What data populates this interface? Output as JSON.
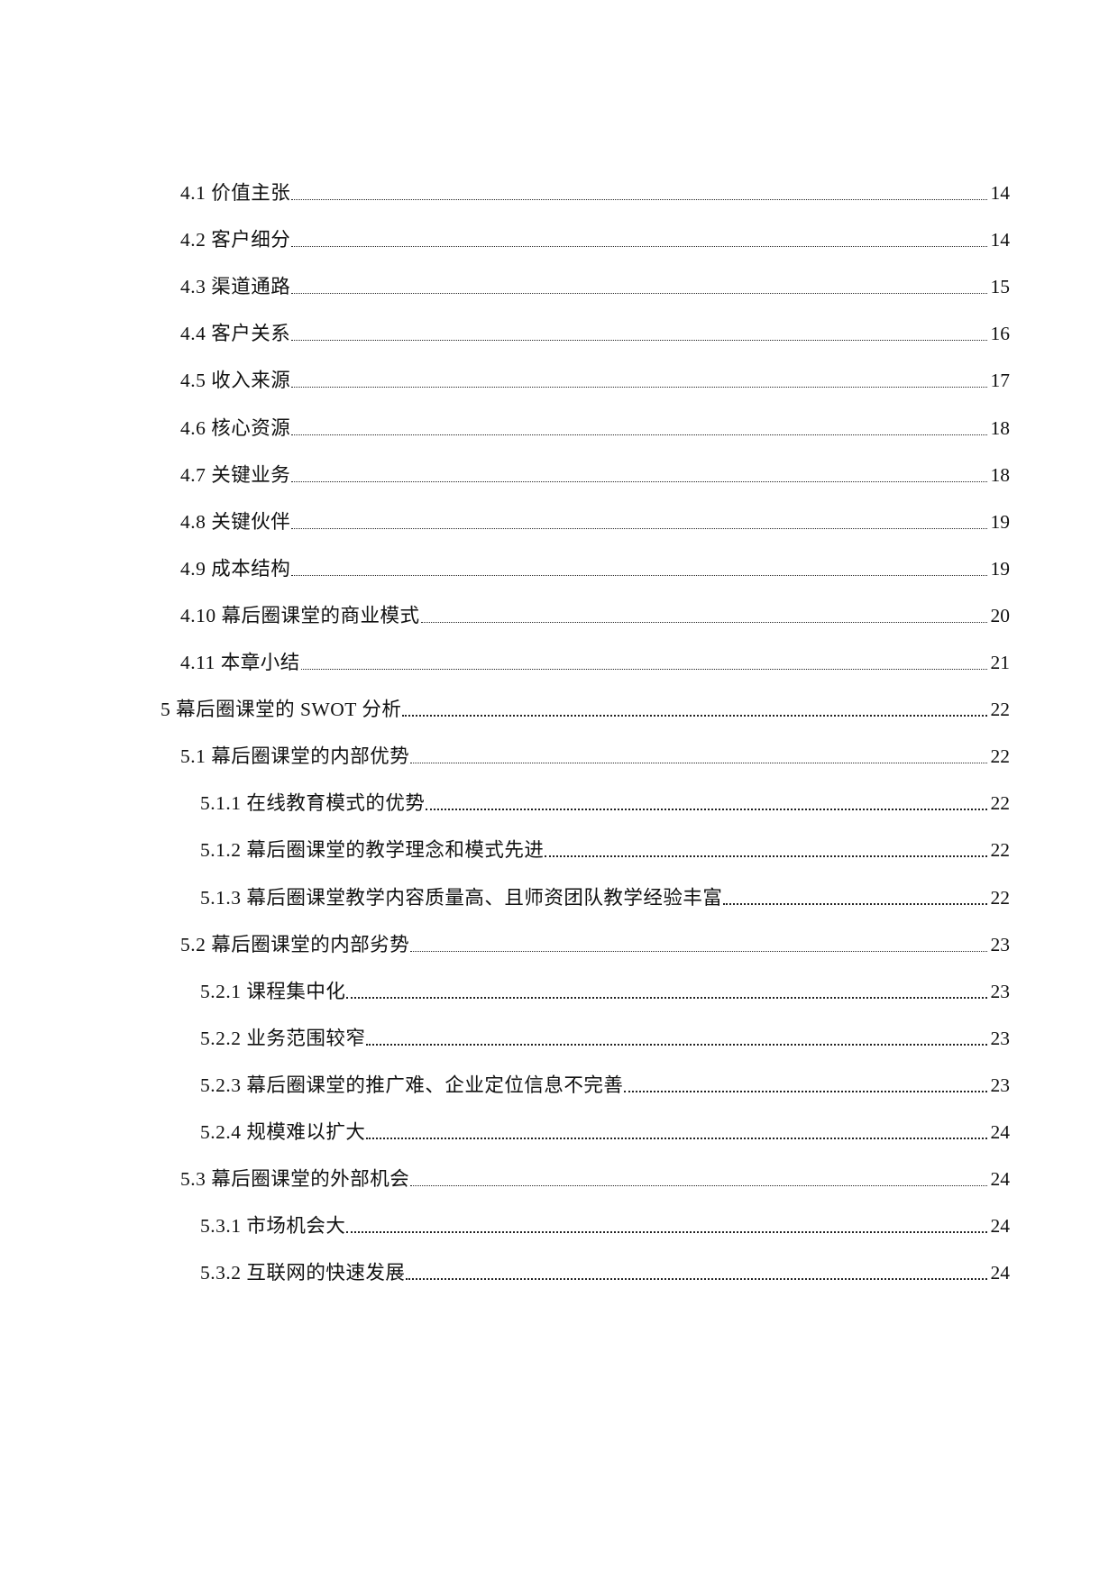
{
  "toc": {
    "entries": [
      {
        "number": "4.1",
        "title": "价值主张",
        "page": "14",
        "level": 2
      },
      {
        "number": "4.2",
        "title": "客户细分",
        "page": "14",
        "level": 2
      },
      {
        "number": "4.3",
        "title": "渠道通路",
        "page": "15",
        "level": 2
      },
      {
        "number": "4.4",
        "title": "客户关系",
        "page": "16",
        "level": 2
      },
      {
        "number": "4.5",
        "title": "收入来源",
        "page": "17",
        "level": 2
      },
      {
        "number": "4.6",
        "title": "核心资源",
        "page": "18",
        "level": 2
      },
      {
        "number": "4.7",
        "title": "关键业务",
        "page": "18",
        "level": 2
      },
      {
        "number": "4.8",
        "title": "关键伙伴",
        "page": "19",
        "level": 2
      },
      {
        "number": "4.9",
        "title": "成本结构",
        "page": "19",
        "level": 2
      },
      {
        "number": "4.10",
        "title": "幕后圈课堂的商业模式",
        "page": "20",
        "level": 2
      },
      {
        "number": "4.11",
        "title": "本章小结",
        "page": "21",
        "level": 2
      },
      {
        "number": "5",
        "title": "幕后圈课堂的 SWOT 分析",
        "page": "22",
        "level": 1
      },
      {
        "number": "5.1",
        "title": "幕后圈课堂的内部优势",
        "page": "22",
        "level": 2
      },
      {
        "number": "5.1.1",
        "title": "在线教育模式的优势",
        "page": "22",
        "level": 3
      },
      {
        "number": "5.1.2",
        "title": "幕后圈课堂的教学理念和模式先进",
        "page": "22",
        "level": 3
      },
      {
        "number": "5.1.3",
        "title": "幕后圈课堂教学内容质量高、且师资团队教学经验丰富",
        "page": "22",
        "level": 3
      },
      {
        "number": "5.2",
        "title": "幕后圈课堂的内部劣势",
        "page": "23",
        "level": 2
      },
      {
        "number": "5.2.1",
        "title": "课程集中化",
        "page": "23",
        "level": 3
      },
      {
        "number": "5.2.2",
        "title": "业务范围较窄",
        "page": "23",
        "level": 3
      },
      {
        "number": "5.2.3",
        "title": "幕后圈课堂的推广难、企业定位信息不完善",
        "page": "23",
        "level": 3
      },
      {
        "number": "5.2.4",
        "title": "规模难以扩大",
        "page": "24",
        "level": 3
      },
      {
        "number": "5.3",
        "title": "幕后圈课堂的外部机会",
        "page": "24",
        "level": 2
      },
      {
        "number": "5.3.1",
        "title": "市场机会大",
        "page": "24",
        "level": 3
      },
      {
        "number": "5.3.2",
        "title": "互联网的快速发展",
        "page": "24",
        "level": 3
      }
    ]
  }
}
